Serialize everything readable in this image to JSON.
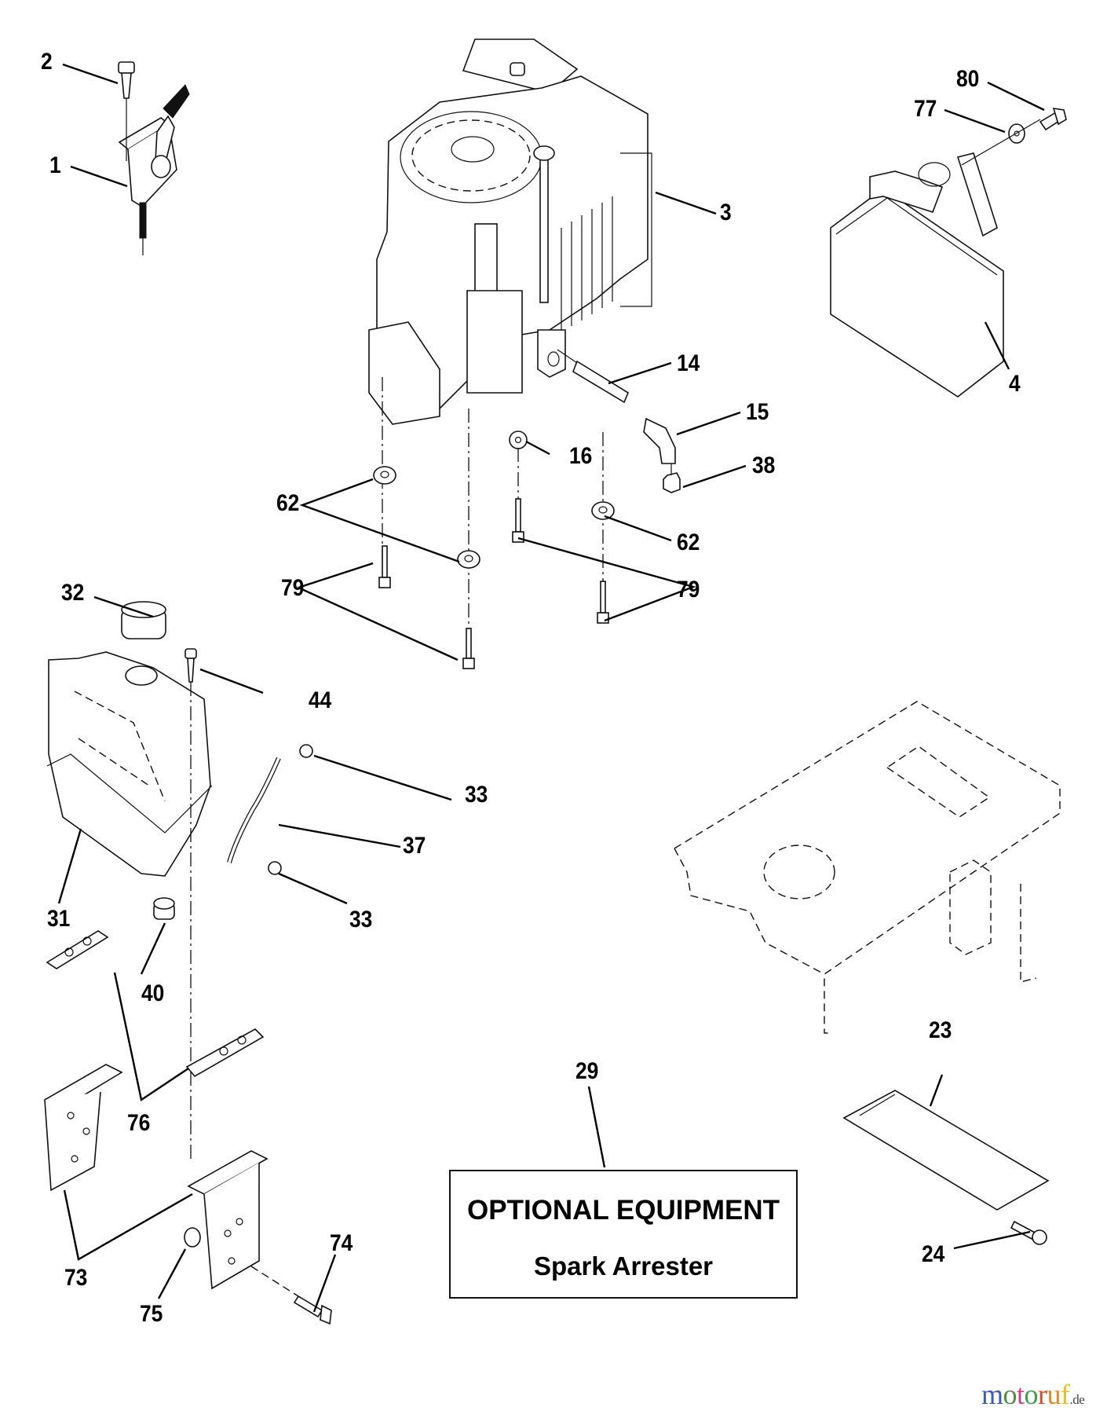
{
  "diagram": {
    "type": "exploded-parts-diagram",
    "subject": "Engine, fuel tank and muffler assembly",
    "callouts": [
      {
        "id": "c2",
        "number": "2",
        "part": "throttle-screw"
      },
      {
        "id": "c1",
        "number": "1",
        "part": "throttle-control"
      },
      {
        "id": "c3",
        "number": "3",
        "part": "engine"
      },
      {
        "id": "c80",
        "number": "80",
        "part": "bolt"
      },
      {
        "id": "c77",
        "number": "77",
        "part": "washer"
      },
      {
        "id": "c4",
        "number": "4",
        "part": "muffler"
      },
      {
        "id": "c14",
        "number": "14",
        "part": "pipe-nipple"
      },
      {
        "id": "c15",
        "number": "15",
        "part": "elbow-fitting"
      },
      {
        "id": "c16",
        "number": "16",
        "part": "lock-washer"
      },
      {
        "id": "c38",
        "number": "38",
        "part": "nut"
      },
      {
        "id": "c62a",
        "number": "62",
        "part": "washer"
      },
      {
        "id": "c62b",
        "number": "62",
        "part": "washer"
      },
      {
        "id": "c79a",
        "number": "79",
        "part": "bolt"
      },
      {
        "id": "c79b",
        "number": "79",
        "part": "bolt"
      },
      {
        "id": "c32",
        "number": "32",
        "part": "fuel-cap"
      },
      {
        "id": "c44",
        "number": "44",
        "part": "screw"
      },
      {
        "id": "c33a",
        "number": "33",
        "part": "hose-clamp"
      },
      {
        "id": "c37",
        "number": "37",
        "part": "fuel-line"
      },
      {
        "id": "c33b",
        "number": "33",
        "part": "hose-clamp"
      },
      {
        "id": "c31",
        "number": "31",
        "part": "fuel-tank"
      },
      {
        "id": "c40",
        "number": "40",
        "part": "spacer"
      },
      {
        "id": "c76",
        "number": "76",
        "part": "strap"
      },
      {
        "id": "c73",
        "number": "73",
        "part": "tank-bracket"
      },
      {
        "id": "c75",
        "number": "75",
        "part": "nut"
      },
      {
        "id": "c74",
        "number": "74",
        "part": "bolt"
      },
      {
        "id": "c29",
        "number": "29",
        "part": "spark-arrester"
      },
      {
        "id": "c23",
        "number": "23",
        "part": "heat-shield"
      },
      {
        "id": "c24",
        "number": "24",
        "part": "screw"
      }
    ],
    "note": {
      "title": "OPTIONAL EQUIPMENT",
      "subtitle": "Spark Arrester"
    }
  },
  "watermark": {
    "letters": [
      {
        "ch": "m",
        "color": "#3a5bb8"
      },
      {
        "ch": "o",
        "color": "#4a8f3c"
      },
      {
        "ch": "t",
        "color": "#d43a8a"
      },
      {
        "ch": "o",
        "color": "#3aa04a"
      },
      {
        "ch": "r",
        "color": "#e0492a"
      },
      {
        "ch": "u",
        "color": "#e88a1e"
      },
      {
        "ch": "f",
        "color": "#e8c11e"
      }
    ],
    "suffix": ".de"
  }
}
